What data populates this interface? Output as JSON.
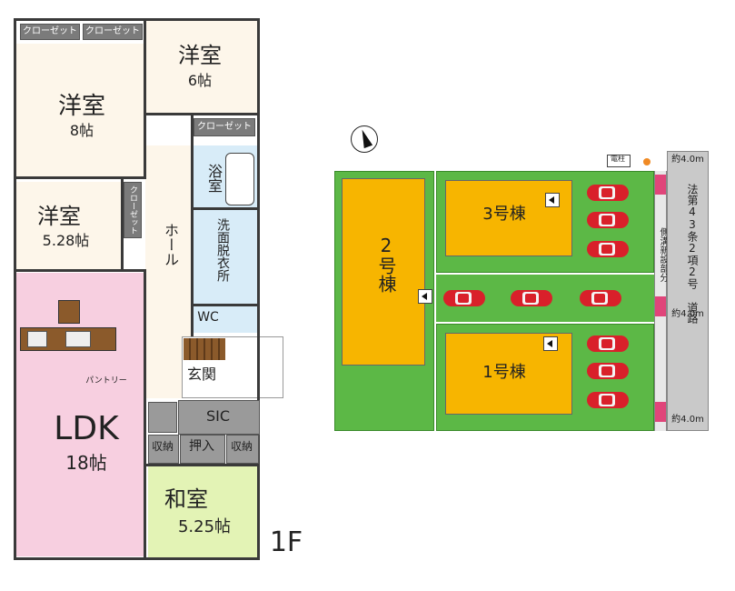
{
  "floor_plan": {
    "closet1": "クローゼット",
    "closet2": "クローゼット",
    "closet3": "クローゼット",
    "closet4": "クローゼット",
    "room_6": {
      "name": "洋室",
      "size": "6帖"
    },
    "room_8": {
      "name": "洋室",
      "size": "8帖"
    },
    "room_528": {
      "name": "洋室",
      "size": "5.28帖"
    },
    "bath": "浴室",
    "hall": "ホール",
    "washroom": "洗面脱衣所",
    "wc": "WC",
    "entrance": "玄関",
    "pantry": "パントリー",
    "sic": "SIC",
    "ldk": {
      "name": "LDK",
      "size": "18帖"
    },
    "storage_left": "収納",
    "oshiire": "押入",
    "storage_right": "収納",
    "washitsu": {
      "name": "和室",
      "size": "5.25帖"
    },
    "floor_label": "1F"
  },
  "site_plan": {
    "building2": "2号棟",
    "building3": "3号棟",
    "building1": "1号棟",
    "pole_label": "電柱",
    "road_top": "約4.0m",
    "road_mid": "約4.0m",
    "road_bottom": "約4.0m",
    "road_name": "法第43条2項2号 道路",
    "gutter_label": "側溝新設部分"
  },
  "colors": {
    "grass": "#5cb846",
    "building": "#f7b500",
    "road": "#c9c9c9",
    "car": "#d9202a",
    "ldk": "#f7cfe0",
    "washitsu": "#e3f3b5",
    "wet": "#d8ecf8",
    "room": "#fdf6ea"
  }
}
